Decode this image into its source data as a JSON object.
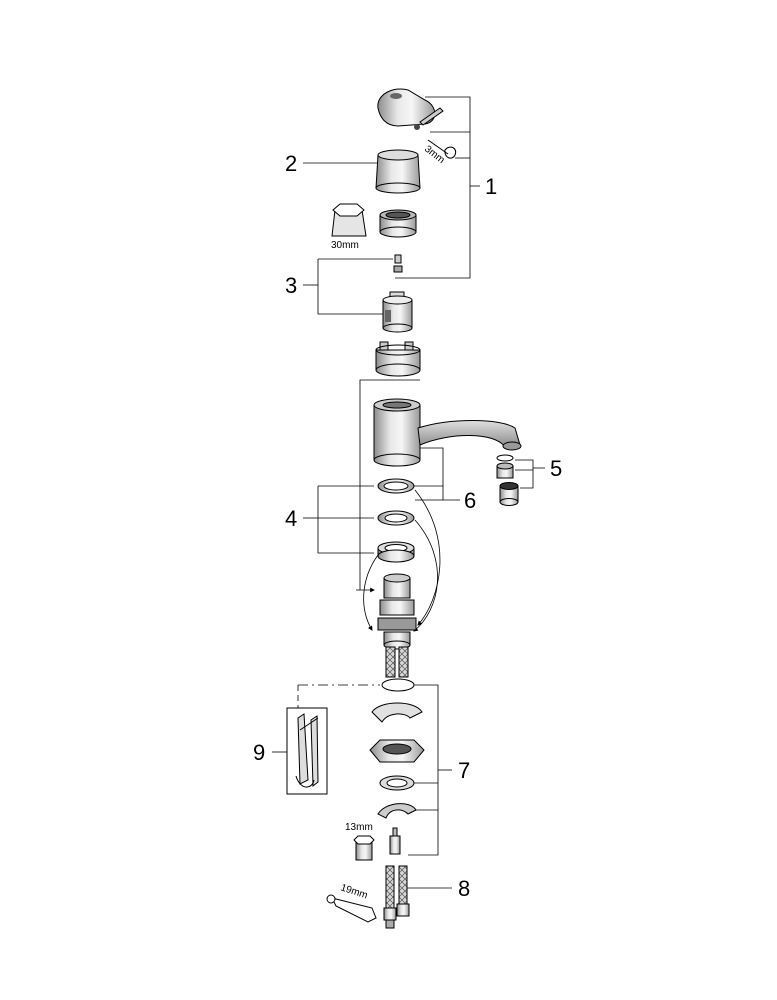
{
  "callouts": {
    "c1": "1",
    "c2": "2",
    "c3": "3",
    "c4": "4",
    "c5": "5",
    "c6": "6",
    "c7": "7",
    "c8": "8",
    "c9": "9"
  },
  "tool_labels": {
    "hex_key": "3mm",
    "socket": "30mm",
    "hex_nut": "13mm",
    "wrench": "19mm"
  }
}
